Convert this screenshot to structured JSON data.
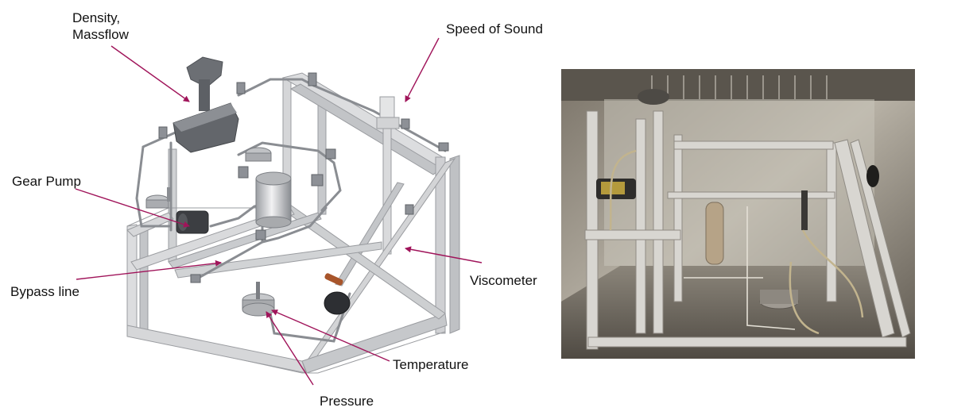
{
  "labels": {
    "density_line1": "Density,",
    "density_line2": "Massflow",
    "speed_of_sound": "Speed of Sound",
    "gear_pump": "Gear Pump",
    "bypass_line": "Bypass line",
    "viscometer": "Viscometer",
    "temperature": "Temperature",
    "pressure": "Pressure"
  },
  "colors": {
    "arrow": "#a0145a",
    "frame_light": "#d9dadc",
    "frame_mid": "#b9bbbe",
    "frame_dark": "#8e9094",
    "pipe": "#7c7f84",
    "photo_bg": "#6b655c"
  }
}
